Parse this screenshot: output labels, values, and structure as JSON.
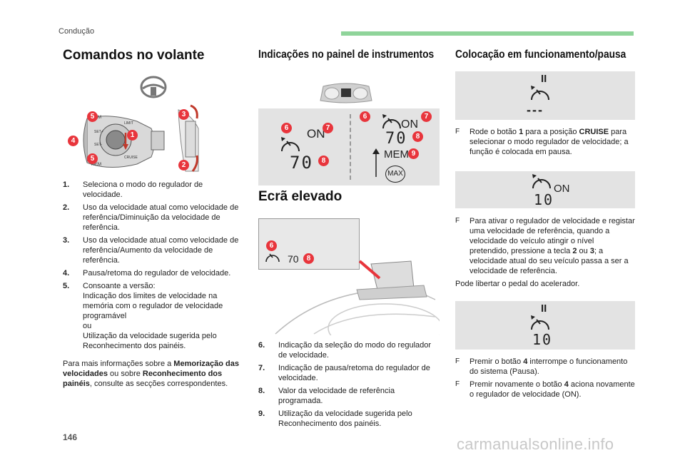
{
  "header": {
    "section": "Condução",
    "accent_color": "#8fd49a"
  },
  "left": {
    "title": "Comandos no volante",
    "figure_labels": {
      "mem": "MEM",
      "limit": "LIMIT",
      "cruise": "CRUISE",
      "set_plus": "SET+",
      "set_minus": "SET-"
    },
    "markers": [
      "1",
      "2",
      "3",
      "4",
      "5",
      "5"
    ],
    "items": [
      {
        "n": "1.",
        "text": "Seleciona o modo do regulador de velocidade."
      },
      {
        "n": "2.",
        "text": "Uso da velocidade atual como velocidade de referência/Diminuição da velocidade de referência."
      },
      {
        "n": "3.",
        "text": "Uso da velocidade atual como velocidade de referência/Aumento da velocidade de referência."
      },
      {
        "n": "4.",
        "text": "Pausa/retoma do regulador de velocidade."
      },
      {
        "n": "5.",
        "lines": [
          "Consoante a versão:",
          "Indicação dos limites de velocidade na memória com o regulador de velocidade programável",
          "ou",
          "Utilização da velocidade sugerida pelo Reconhecimento dos painéis."
        ]
      }
    ],
    "note": {
      "t1": "Para mais informações sobre a ",
      "b1": "Memorização das velocidades",
      "t2": " ou sobre ",
      "b2": "Reconhecimento dos painéis",
      "t3": ", consulte as secções correspondentes."
    }
  },
  "middle": {
    "title": "Indicações no painel de instrumentos",
    "panel": {
      "on_left": "ON",
      "speed_left": "70",
      "on_right": "ON",
      "speed_right": "70",
      "mem": "MEM",
      "max": "MAX",
      "markers_left": [
        "6",
        "7",
        "8"
      ],
      "markers_right": [
        "6",
        "7",
        "8",
        "9"
      ]
    },
    "hud_title": "Ecrã elevado",
    "hud": {
      "speed": "70",
      "markers": [
        "6",
        "8"
      ]
    },
    "items": [
      {
        "n": "6.",
        "text": "Indicação da seleção do modo do regulador de velocidade."
      },
      {
        "n": "7.",
        "text": "Indicação de pausa/retoma do regulador de velocidade."
      },
      {
        "n": "8.",
        "text": "Valor da velocidade de referência programada."
      },
      {
        "n": "9.",
        "text": "Utilização da velocidade sugerida pelo Reconhecimento dos painéis."
      }
    ]
  },
  "right": {
    "title": "Colocação em funcionamento/pausa",
    "panels": [
      {
        "top": "II",
        "speed": "---"
      },
      {
        "on": "ON",
        "speed": "10"
      },
      {
        "top": "II",
        "speed": "10"
      }
    ],
    "bullet_glyph": "F",
    "b1": {
      "t1": "Rode o botão ",
      "b1": "1",
      "t2": " para a posição ",
      "b2": "CRUISE",
      "t3": " para selecionar o modo regulador de velocidade; a função é colocada em pausa."
    },
    "b2": {
      "t1": "Para ativar o regulador de velocidade e registar uma velocidade de referência, quando a velocidade do veículo atingir o nível pretendido, pressione a tecla ",
      "b1": "2",
      "t2": " ou ",
      "b2": "3",
      "t3": "; a velocidade atual do seu veículo passa a ser a velocidade de referência."
    },
    "after": "Pode libertar o pedal do acelerador.",
    "b3": {
      "t1": "Premir o botão ",
      "b1": "4",
      "t2": " interrompe o funcionamento do sistema (Pausa)."
    },
    "b4": {
      "t1": "Premir novamente o botão ",
      "b1": "4",
      "t2": " aciona novamente o regulador de velocidade (ON)."
    }
  },
  "footer": {
    "page": "146",
    "watermark": "carmanualsonline.info"
  }
}
